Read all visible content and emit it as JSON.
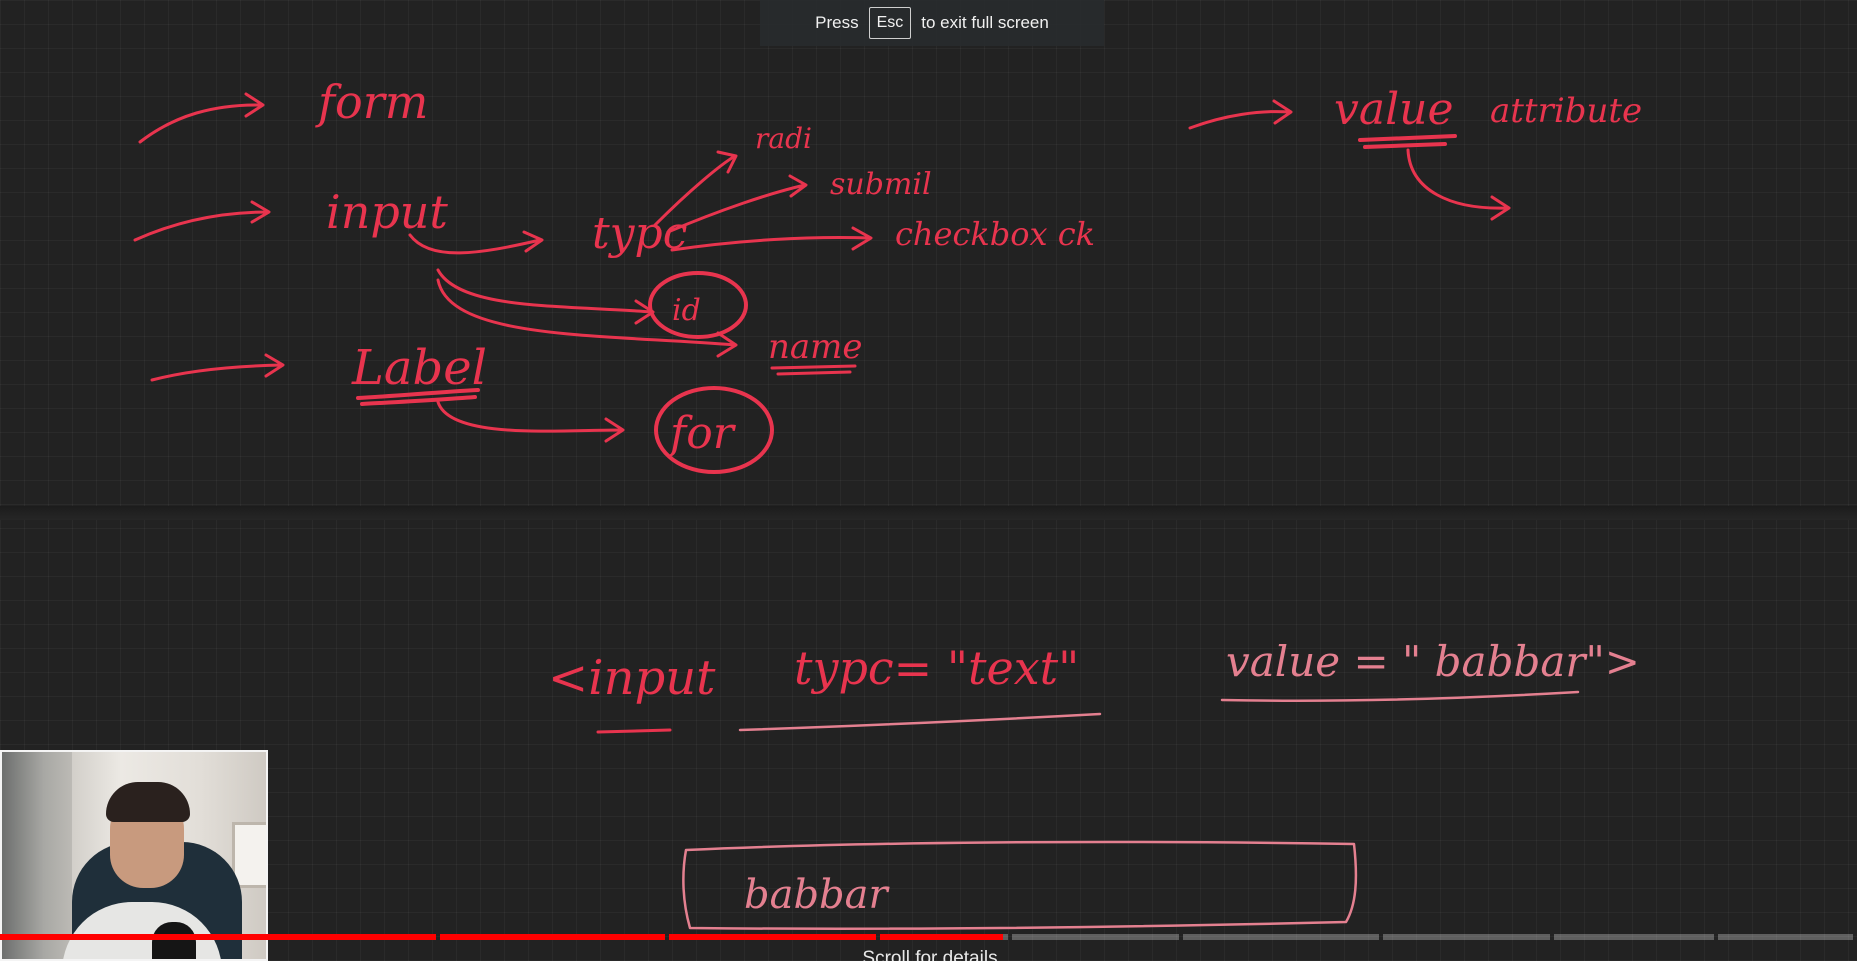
{
  "fullscreen_banner": {
    "prefix": "Press",
    "key": "Esc",
    "suffix": "to exit full screen"
  },
  "whiteboard": {
    "top_words": {
      "form": "form",
      "input": "input",
      "label": "Label",
      "type": "typc",
      "radio": "radi",
      "submit": "submil",
      "checkbox": "checkbox ck",
      "id": "id",
      "name": "name",
      "for": "for",
      "value": "value",
      "attribute": "attribute"
    },
    "code": {
      "open": "<input",
      "type_attr": "typc= \"text\"",
      "value_attr": "value = \" babbar\">"
    },
    "demo_field_value": "babbar",
    "ink_color": "#e8344e",
    "pink_color": "#e48090"
  },
  "player": {
    "progress_fraction": 0.54,
    "chapter_markers": 9,
    "scroll_hint": "Scroll for details",
    "played_color": "#ff0000"
  }
}
